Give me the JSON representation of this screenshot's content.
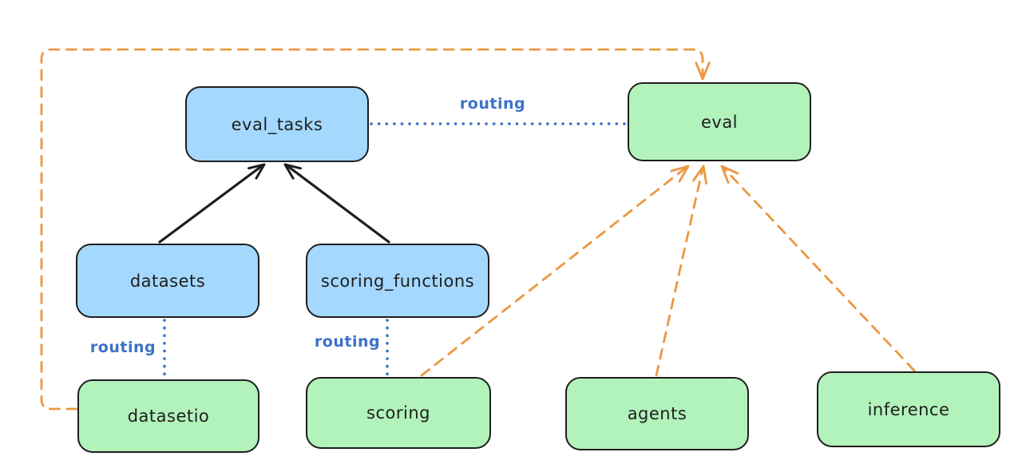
{
  "diagram": {
    "nodes": [
      {
        "id": "eval_tasks",
        "label": "eval_tasks",
        "color": "blue"
      },
      {
        "id": "eval",
        "label": "eval",
        "color": "green"
      },
      {
        "id": "datasets",
        "label": "datasets",
        "color": "blue"
      },
      {
        "id": "scoring_functions",
        "label": "scoring_functions",
        "color": "blue"
      },
      {
        "id": "datasetio",
        "label": "datasetio",
        "color": "green"
      },
      {
        "id": "scoring",
        "label": "scoring",
        "color": "green"
      },
      {
        "id": "agents",
        "label": "agents",
        "color": "green"
      },
      {
        "id": "inference",
        "label": "inference",
        "color": "green"
      }
    ],
    "edges": [
      {
        "from": "datasets",
        "to": "eval_tasks",
        "style": "solid",
        "color": "black",
        "arrow": true
      },
      {
        "from": "scoring_functions",
        "to": "eval_tasks",
        "style": "solid",
        "color": "black",
        "arrow": true
      },
      {
        "from": "eval_tasks",
        "to": "eval",
        "style": "dotted",
        "color": "blue",
        "arrow": false,
        "label": "routing"
      },
      {
        "from": "datasets",
        "to": "datasetio",
        "style": "dotted",
        "color": "blue",
        "arrow": false,
        "label": "routing"
      },
      {
        "from": "scoring_functions",
        "to": "scoring",
        "style": "dotted",
        "color": "blue",
        "arrow": false,
        "label": "routing"
      },
      {
        "from": "scoring",
        "to": "eval",
        "style": "dashed",
        "color": "orange",
        "arrow": true
      },
      {
        "from": "agents",
        "to": "eval",
        "style": "dashed",
        "color": "orange",
        "arrow": true
      },
      {
        "from": "inference",
        "to": "eval",
        "style": "dashed",
        "color": "orange",
        "arrow": true
      },
      {
        "from": "datasetio",
        "to": "eval",
        "style": "dashed",
        "color": "orange",
        "arrow": true,
        "route": "left-top-loop"
      }
    ],
    "colors": {
      "background": "#ffffff",
      "node_blue_fill": "#a5d8ff",
      "node_green_fill": "#b2f2bb",
      "stroke_dark": "#1e1e1e",
      "routing_blue": "#3b72c8",
      "orange": "#ec9740"
    }
  }
}
